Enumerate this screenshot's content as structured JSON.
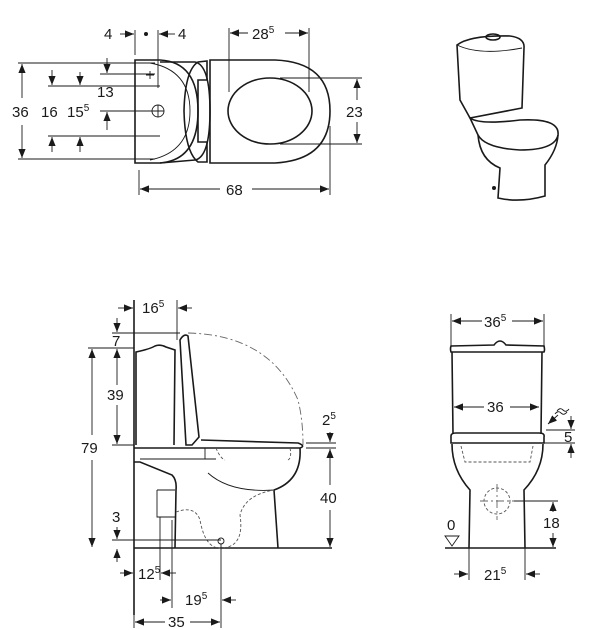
{
  "top_view": {
    "dims": {
      "left_offset": {
        "v": "4",
        "sup": ""
      },
      "right_offset": {
        "v": "4",
        "sup": ""
      },
      "seat_opening_length": {
        "v": "28",
        "sup": "5"
      },
      "total_width": {
        "v": "36",
        "sup": ""
      },
      "fixing_16": {
        "v": "16",
        "sup": ""
      },
      "fixing_15_5": {
        "v": "15",
        "sup": "5"
      },
      "fixing_13": {
        "v": "13",
        "sup": ""
      },
      "seat_opening_width": {
        "v": "23",
        "sup": ""
      },
      "total_depth": {
        "v": "68",
        "sup": ""
      }
    }
  },
  "side_view": {
    "dims": {
      "tank_depth": {
        "v": "16",
        "sup": "5"
      },
      "lid_overhang": {
        "v": "7",
        "sup": ""
      },
      "total_height": {
        "v": "79",
        "sup": ""
      },
      "tank_height": {
        "v": "39",
        "sup": ""
      },
      "seat_thickness": {
        "v": "2",
        "sup": "5"
      },
      "seat_height": {
        "v": "40",
        "sup": ""
      },
      "outlet_height": {
        "v": "3",
        "sup": ""
      },
      "inlet_offset": {
        "v": "12",
        "sup": "5"
      },
      "outlet_offset": {
        "v": "19",
        "sup": "5"
      },
      "outlet_from_wall": {
        "v": "35",
        "sup": ""
      }
    }
  },
  "front_view": {
    "dims": {
      "lid_width": {
        "v": "36",
        "sup": "5"
      },
      "tank_width": {
        "v": "36",
        "sup": ""
      },
      "water_inlet": {
        "v": "5",
        "sup": ""
      },
      "outlet_center": {
        "v": "18",
        "sup": ""
      },
      "base_width": {
        "v": "21",
        "sup": "5"
      },
      "floor_level": {
        "v": "0",
        "sup": ""
      }
    }
  }
}
